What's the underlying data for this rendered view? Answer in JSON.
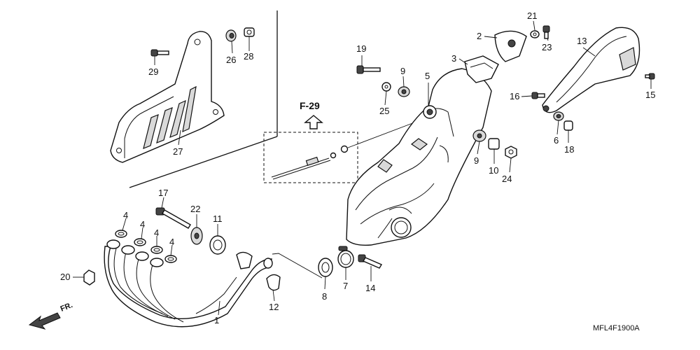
{
  "diagram": {
    "reference_label": "F-29",
    "direction_label": "FR.",
    "diagram_code": "MFL4F1900A"
  },
  "callouts": [
    {
      "id": "c1",
      "text": "1"
    },
    {
      "id": "c2",
      "text": "2"
    },
    {
      "id": "c3",
      "text": "3"
    },
    {
      "id": "c4a",
      "text": "4"
    },
    {
      "id": "c4b",
      "text": "4"
    },
    {
      "id": "c4c",
      "text": "4"
    },
    {
      "id": "c4d",
      "text": "4"
    },
    {
      "id": "c5",
      "text": "5"
    },
    {
      "id": "c6",
      "text": "6"
    },
    {
      "id": "c7",
      "text": "7"
    },
    {
      "id": "c8",
      "text": "8"
    },
    {
      "id": "c9a",
      "text": "9"
    },
    {
      "id": "c9b",
      "text": "9"
    },
    {
      "id": "c10",
      "text": "10"
    },
    {
      "id": "c11",
      "text": "11"
    },
    {
      "id": "c12",
      "text": "12"
    },
    {
      "id": "c13",
      "text": "13"
    },
    {
      "id": "c14",
      "text": "14"
    },
    {
      "id": "c15",
      "text": "15"
    },
    {
      "id": "c16",
      "text": "16"
    },
    {
      "id": "c17",
      "text": "17"
    },
    {
      "id": "c18",
      "text": "18"
    },
    {
      "id": "c19",
      "text": "19"
    },
    {
      "id": "c20",
      "text": "20"
    },
    {
      "id": "c21",
      "text": "21"
    },
    {
      "id": "c22",
      "text": "22"
    },
    {
      "id": "c23",
      "text": "23"
    },
    {
      "id": "c24",
      "text": "24"
    },
    {
      "id": "c25",
      "text": "25"
    },
    {
      "id": "c26",
      "text": "26"
    },
    {
      "id": "c27",
      "text": "27"
    },
    {
      "id": "c28",
      "text": "28"
    },
    {
      "id": "c29",
      "text": "29"
    }
  ]
}
